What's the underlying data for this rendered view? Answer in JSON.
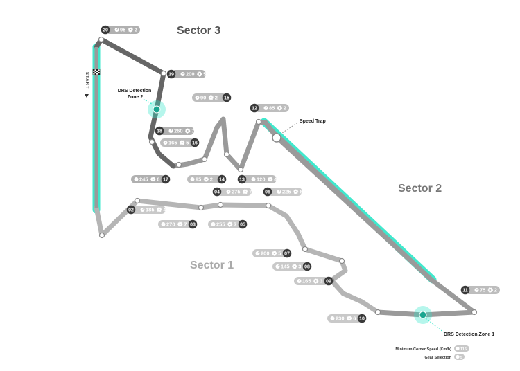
{
  "sectors": {
    "sector1": "Sector 1",
    "sector2": "Sector 2",
    "sector3": "Sector 3"
  },
  "annotations": {
    "start": "START",
    "drs_zone_1": "DRS Detection Zone 1",
    "drs_zone_2_line1": "DRS Detection",
    "drs_zone_2_line2": "Zone 2",
    "speed_trap": "Speed Trap"
  },
  "legend": {
    "speed_label": "Minimum Corner Speed (Km/h)",
    "speed_sample": "115",
    "gear_label": "Gear Selection",
    "gear_sample": "5"
  },
  "corners": [
    {
      "num": "02",
      "speed": "185",
      "gear": "4"
    },
    {
      "num": "03",
      "speed": "270",
      "gear": "7"
    },
    {
      "num": "04",
      "speed": "275",
      "gear": "7"
    },
    {
      "num": "05",
      "speed": "255",
      "gear": "7"
    },
    {
      "num": "06",
      "speed": "225",
      "gear": "6"
    },
    {
      "num": "07",
      "speed": "200",
      "gear": "5"
    },
    {
      "num": "08",
      "speed": "145",
      "gear": "3"
    },
    {
      "num": "09",
      "speed": "165",
      "gear": "3"
    },
    {
      "num": "10",
      "speed": "230",
      "gear": "6"
    },
    {
      "num": "11",
      "speed": "75",
      "gear": "2"
    },
    {
      "num": "12",
      "speed": "85",
      "gear": "2"
    },
    {
      "num": "13",
      "speed": "120",
      "gear": "4"
    },
    {
      "num": "14",
      "speed": "95",
      "gear": "2"
    },
    {
      "num": "15",
      "speed": "90",
      "gear": "2"
    },
    {
      "num": "16",
      "speed": "165",
      "gear": "5"
    },
    {
      "num": "17",
      "speed": "245",
      "gear": "6"
    },
    {
      "num": "18",
      "speed": "260",
      "gear": "7"
    },
    {
      "num": "19",
      "speed": "200",
      "gear": "5"
    },
    {
      "num": "20",
      "speed": "95",
      "gear": "2"
    }
  ],
  "colors": {
    "sector1": "#b5b5b5",
    "sector2": "#9a9a9a",
    "sector3": "#666666",
    "drs": "#2de6c8",
    "dark_badge": "#3a3a3a"
  }
}
